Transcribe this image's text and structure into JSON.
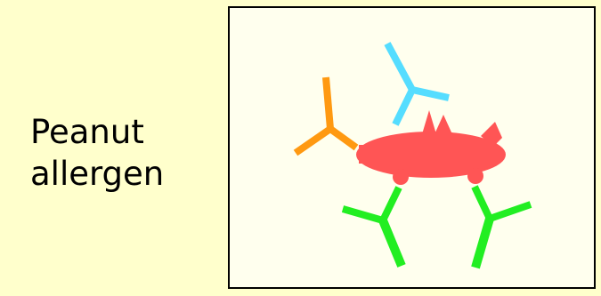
{
  "label": {
    "lines": [
      "Peanut",
      "allergen"
    ]
  },
  "colors": {
    "background": "#ffffcc",
    "panel": "#ffffee",
    "allergen": "#ff5555",
    "antibody_cyan": "#55ddff",
    "antibody_orange": "#ff9911",
    "antibody_green": "#22ee22"
  },
  "diagram": {
    "allergen": "allergen-blob",
    "antibodies": [
      {
        "name": "cyan-antibody",
        "color": "antibody_cyan"
      },
      {
        "name": "orange-antibody",
        "color": "antibody_orange"
      },
      {
        "name": "green-antibody-left",
        "color": "antibody_green"
      },
      {
        "name": "green-antibody-right",
        "color": "antibody_green"
      }
    ]
  }
}
